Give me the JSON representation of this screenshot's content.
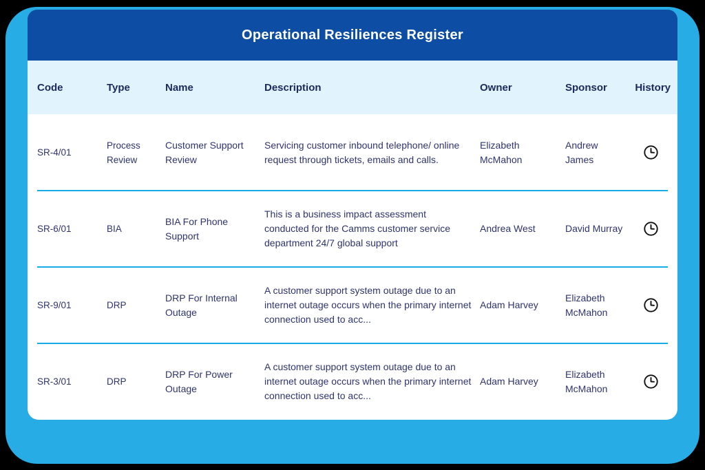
{
  "title": "Operational Resiliences Register",
  "colors": {
    "frame": "#27ace6",
    "titlebar": "#0d4da3",
    "title_text": "#ffffff",
    "thead_bg": "#e1f3fc",
    "separator": "#15ace9",
    "heading_text": "#1b2a5e",
    "body_text": "#2e3470",
    "icon": "#111111"
  },
  "icons": {
    "history": "clock-icon"
  },
  "table": {
    "columns": [
      "Code",
      "Type",
      "Name",
      "Description",
      "Owner",
      "Sponsor",
      "History"
    ],
    "rows": [
      {
        "code": "SR-4/01",
        "type": "Process Review",
        "name": "Customer Support Review",
        "description": "Servicing customer inbound telephone/ online request through tickets, emails and calls.",
        "owner": "Elizabeth McMahon",
        "sponsor": "Andrew James"
      },
      {
        "code": "SR-6/01",
        "type": "BIA",
        "name": "BIA For Phone Support",
        "description": "This is a business impact assessment conducted for the Camms customer service department 24/7 global support",
        "owner": "Andrea West",
        "sponsor": "David Murray"
      },
      {
        "code": "SR-9/01",
        "type": "DRP",
        "name": "DRP For Internal Outage",
        "description": "A customer support system outage due to an internet outage occurs when the primary internet connection used to acc...",
        "owner": "Adam Harvey",
        "sponsor": "Elizabeth McMahon"
      },
      {
        "code": "SR-3/01",
        "type": "DRP",
        "name": "DRP For Power Outage",
        "description": "A customer support system outage due to an internet outage occurs when the primary internet connection used to acc...",
        "owner": "Adam Harvey",
        "sponsor": "Elizabeth McMahon"
      }
    ]
  }
}
